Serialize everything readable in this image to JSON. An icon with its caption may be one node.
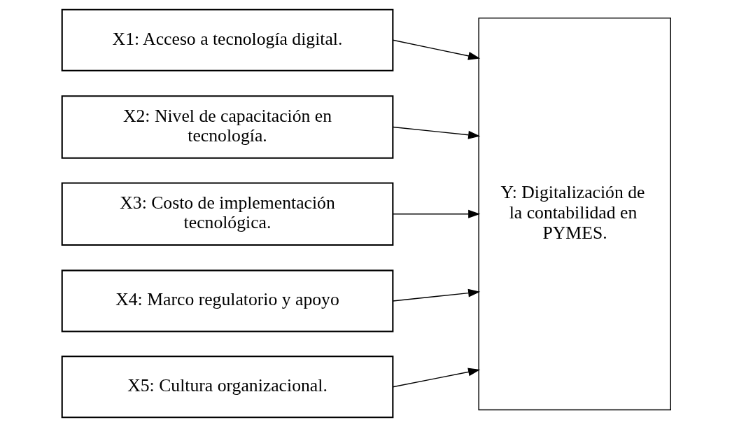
{
  "diagram": {
    "nodes": [
      {
        "text": [
          "X1: Acceso a tecnología digital."
        ]
      },
      {
        "text": [
          "X2: Nivel de capacitación en tecnología."
        ]
      },
      {
        "text": [
          "X3: Costo de implementación tecnológica."
        ]
      },
      {
        "text": [
          "X4: Marco regulatorio y apoyo"
        ]
      },
      {
        "text": [
          "X5: Cultura organizacional."
        ]
      },
      {
        "text": [
          "Y: Digitalización de la contabilidad en PYMES."
        ]
      }
    ],
    "edges": [
      {
        "from": 0,
        "to": 5,
        "arrow": "to"
      },
      {
        "from": 1,
        "to": 5,
        "arrow": "to"
      },
      {
        "from": 2,
        "to": 5,
        "arrow": "to"
      },
      {
        "from": 3,
        "to": 5,
        "arrow": "to"
      },
      {
        "from": 4,
        "to": 5,
        "arrow": "to"
      }
    ]
  }
}
